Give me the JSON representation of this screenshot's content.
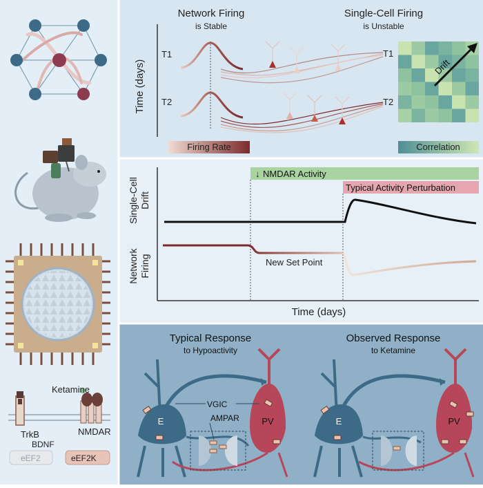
{
  "top": {
    "network_title": "Network Firing",
    "network_sub": "is Stable",
    "single_title": "Single-Cell Firing",
    "single_sub": "is Unstable",
    "y_axis": "Time (days)",
    "t1": "T1",
    "t2": "T2",
    "t1_right": "T1",
    "t2_right": "T2",
    "drift": "Drift",
    "firing_rate": "Firing Rate",
    "correlation": "Correlation"
  },
  "middle": {
    "nmdar": "NMDAR Activity",
    "perturbation": "Typical Activity Perturbation",
    "drift_axis": "Single-Cell Drift",
    "drift_axis_line1": "Single-Cell",
    "drift_axis_line2": "Drift",
    "network_axis_line1": "Network",
    "network_axis_line2": "Firing",
    "set_point": "New Set Point",
    "x_axis": "Time (days)"
  },
  "bottom": {
    "typical_title": "Typical Response",
    "typical_sub": "to Hypoactivity",
    "observed_title": "Observed Response",
    "observed_sub": "to Ketamine",
    "e_left": "E",
    "pv_left": "PV",
    "e_right": "E",
    "pv_right": "PV",
    "vgic": "VGIC",
    "ampar": "AMPAR"
  },
  "left": {
    "ketamine": "Ketamine",
    "trkb": "TrkB",
    "nmdar": "NMDAR",
    "bdnf": "BDNF",
    "eef2": "eEF2",
    "eef2k": "eEF2K"
  },
  "colors": {
    "left_bg": "#e4eef6",
    "top_bg": "#d8e6f1",
    "mid_bg": "#e6eff7",
    "bottom_bg": "#8fb0c7",
    "firing_dark": "#7c2a2c",
    "firing_light": "#e9d3cc",
    "nmdar_green": "#a9d4a2",
    "perturb_pink": "#e6a6b0",
    "neuron_blue": "#3c6a87",
    "pv_red": "#b8465a",
    "corr_dark": "#5a9aa0",
    "corr_light": "#c9e3b0"
  }
}
